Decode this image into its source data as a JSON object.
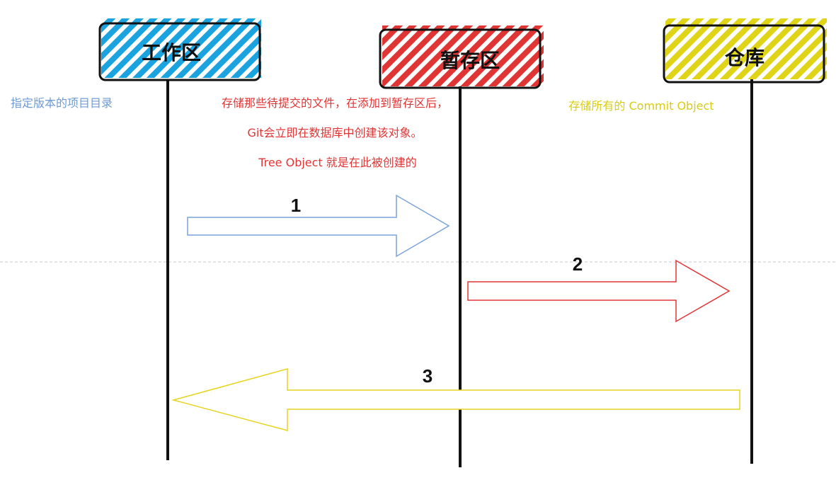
{
  "colors": {
    "working": "#1aa3de",
    "staging": "#e03535",
    "repo": "#e0d418",
    "working_note": "#6f9bd1",
    "staging_note": "#e03535",
    "repo_note": "#d9cc10",
    "arrow1": "#7aa3d8",
    "arrow2": "#e03535",
    "arrow3": "#e5d420",
    "divider": "#c8c8c8",
    "outline": "#111111"
  },
  "nodes": {
    "working": {
      "label": "工作区"
    },
    "staging": {
      "label": "暂存区"
    },
    "repo": {
      "label": "仓库"
    }
  },
  "notes": {
    "working": "指定版本的项目目录",
    "staging_line1": "存储那些待提交的文件，在添加到暂存区后，",
    "staging_line2": "Git会立即在数据库中创建该对象。",
    "staging_line3": "Tree Object 就是在此被创建的",
    "repo": "存储所有的 Commit Object"
  },
  "steps": {
    "step1": "1",
    "step2": "2",
    "step3": "3"
  }
}
